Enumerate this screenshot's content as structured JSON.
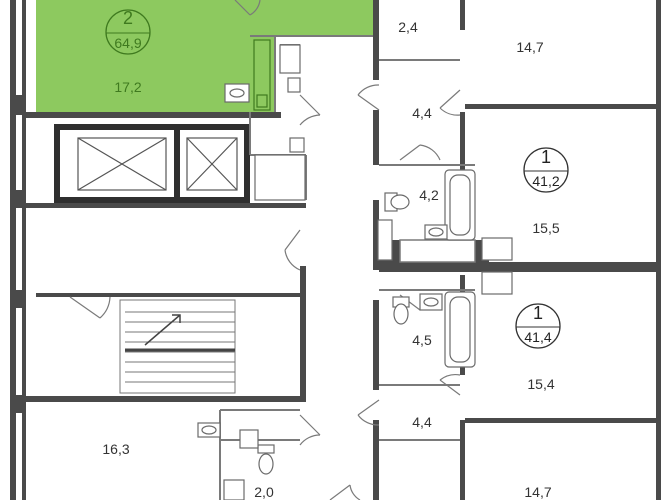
{
  "colors": {
    "wall": "#4a4a4a",
    "wall_dark": "#2f2f2f",
    "thin": "#7a7a7a",
    "highlight_fill": "#8dc95f",
    "highlight_text": "#3f7a1f",
    "fixture": "#6a6a6a"
  },
  "highlighted_apartment": {
    "rooms": "2",
    "total_area": "64,9",
    "living_area": "17,2"
  },
  "apartments": [
    {
      "rooms": "1",
      "total_area": "41,2"
    },
    {
      "rooms": "1",
      "total_area": "41,4"
    }
  ],
  "room_areas": {
    "hall_top_small": "2,4",
    "room_top_right": "14,7",
    "hall_upper_right": "4,4",
    "bath_upper": "4,2",
    "room_upper_right": "15,5",
    "bath_lower": "4,5",
    "room_lower_right": "15,4",
    "hall_lower_right": "4,4",
    "room_lower_left": "16,3",
    "wc_lower": "2,0",
    "room_bottom_right": "14,7"
  },
  "icons": [
    "elevator-icon",
    "stair-arrow-icon",
    "bathtub-icon",
    "toilet-icon",
    "sink-icon"
  ]
}
